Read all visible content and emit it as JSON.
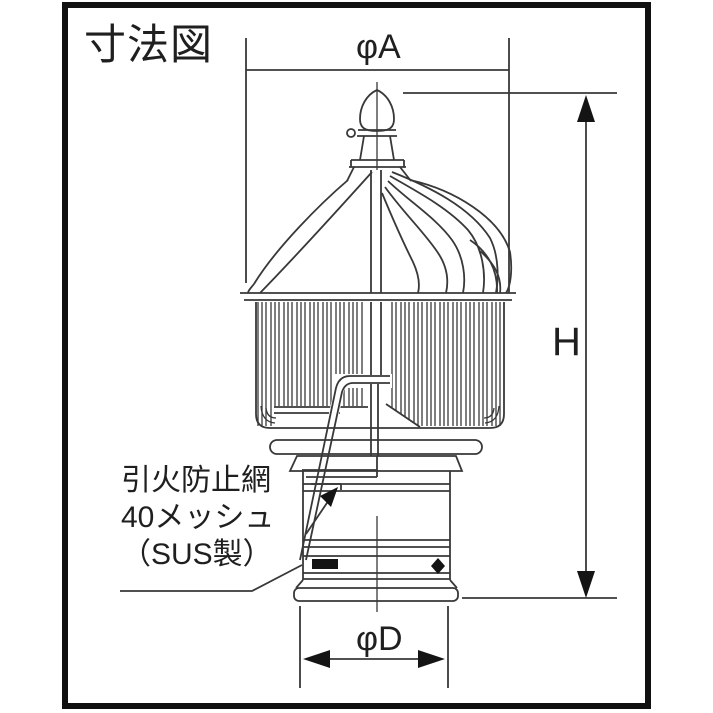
{
  "diagram": {
    "title": "寸法図"
  },
  "dimensions": {
    "diameter_top": "φA",
    "height": "H",
    "diameter_bottom": "φD"
  },
  "annotation": {
    "lines": [
      "引火防止網",
      "40メッシュ",
      "（SUS製）"
    ]
  },
  "colors": {
    "ink": "#383838",
    "label": "#1f1f1f",
    "frame": "#111111",
    "background": "#ffffff"
  }
}
